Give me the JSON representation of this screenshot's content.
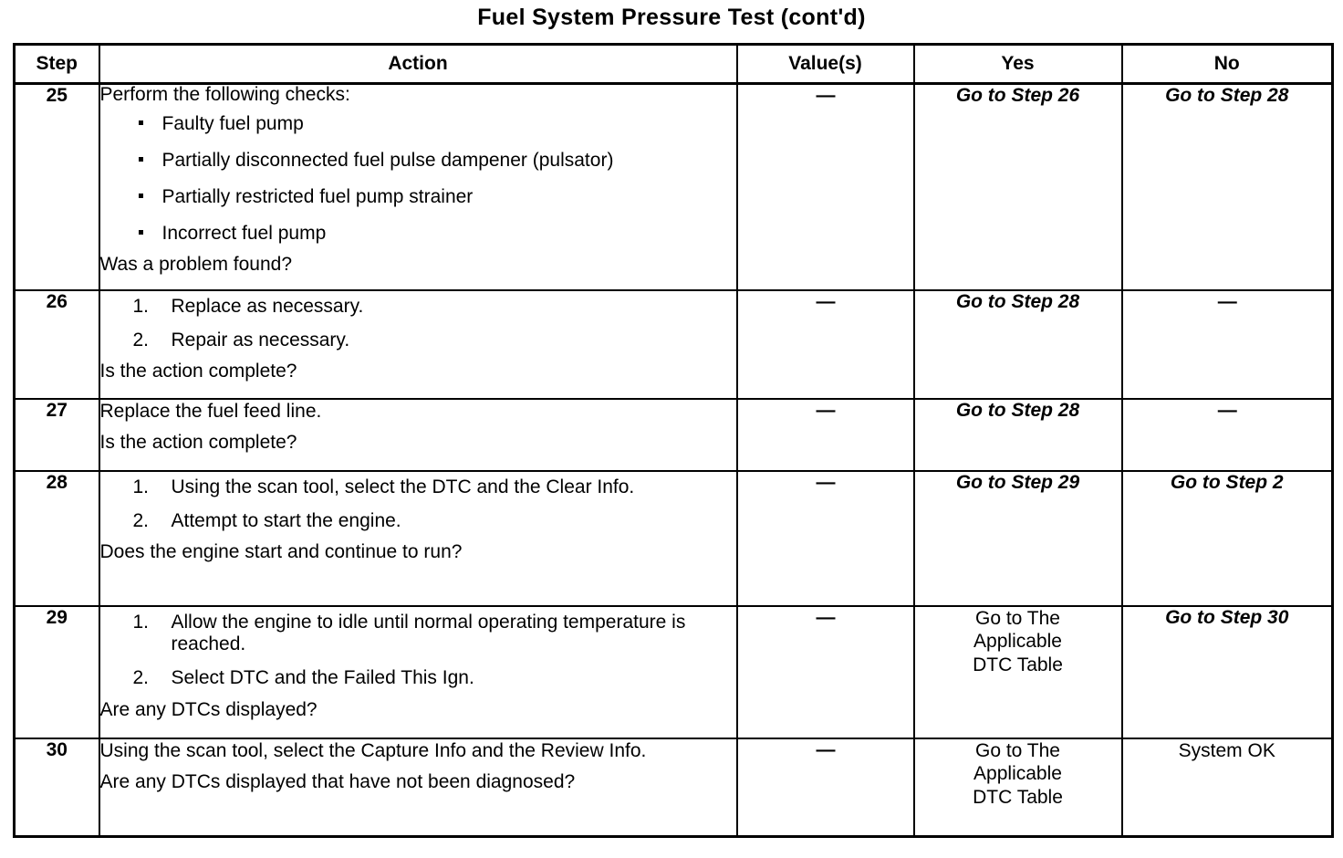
{
  "document": {
    "title": "Fuel System Pressure Test (cont'd)"
  },
  "table": {
    "headers": {
      "step": "Step",
      "action": "Action",
      "value": "Value(s)",
      "yes": "Yes",
      "no": "No"
    },
    "rows": [
      {
        "step": "25",
        "lead": "Perform the following checks:",
        "bullets": [
          "Faulty fuel pump",
          "Partially disconnected fuel pulse dampener (pulsator)",
          "Partially restricted fuel pump strainer",
          "Incorrect fuel pump"
        ],
        "question": "Was a problem found?",
        "value": "—",
        "yes": "Go to Step 26",
        "no": "Go to Step 28"
      },
      {
        "step": "26",
        "numbered": [
          {
            "num": "1.",
            "text": "Replace as necessary."
          },
          {
            "num": "2.",
            "text": "Repair as necessary."
          }
        ],
        "question": "Is the action complete?",
        "value": "—",
        "yes": "Go to Step 28",
        "no": "—"
      },
      {
        "step": "27",
        "plain": "Replace the fuel feed line.",
        "question": "Is the action complete?",
        "value": "—",
        "yes": "Go to Step 28",
        "no": "—"
      },
      {
        "step": "28",
        "numbered": [
          {
            "num": "1.",
            "text": "Using the scan tool, select the DTC and the Clear Info."
          },
          {
            "num": "2.",
            "text": "Attempt to start the engine."
          }
        ],
        "question": "Does the engine start and continue to run?",
        "value": "—",
        "yes": "Go to Step 29",
        "no": "Go to Step 2"
      },
      {
        "step": "29",
        "numbered": [
          {
            "num": "1.",
            "text": "Allow the engine to idle until normal operating temperature is reached."
          },
          {
            "num": "2.",
            "text": "Select DTC and the Failed This Ign."
          }
        ],
        "question": "Are any DTCs displayed?",
        "value": "—",
        "yes": "Go to The\nApplicable\nDTC Table",
        "no": "Go to Step 30"
      },
      {
        "step": "30",
        "plain": "Using the scan tool, select the Capture Info and the Review Info.",
        "question": "Are any DTCs displayed that have not been diagnosed?",
        "value": "—",
        "yes": "Go to The\nApplicable\nDTC Table",
        "no": "System OK"
      }
    ]
  }
}
